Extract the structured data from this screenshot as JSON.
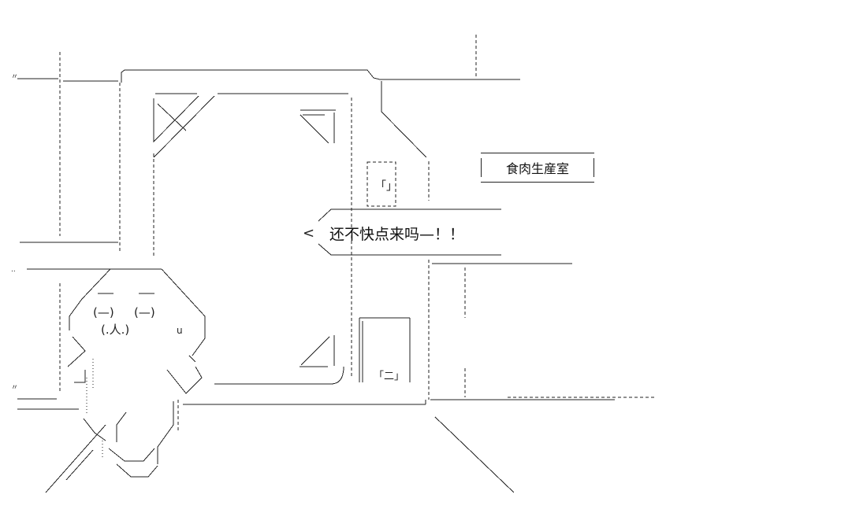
{
  "sign": {
    "label": "食肉生産室"
  },
  "speech_bubble": {
    "text": "还不快点来吗—！！"
  },
  "art_glyphs": {
    "bubble_tail": "<",
    "eye_left": "(—)",
    "eye_right": "(—)",
    "mouth": "(.人.)",
    "cheek_mark": "u",
    "door_handle_top": "「」",
    "door_handle_bottom": "「二」",
    "tick": "〃"
  }
}
